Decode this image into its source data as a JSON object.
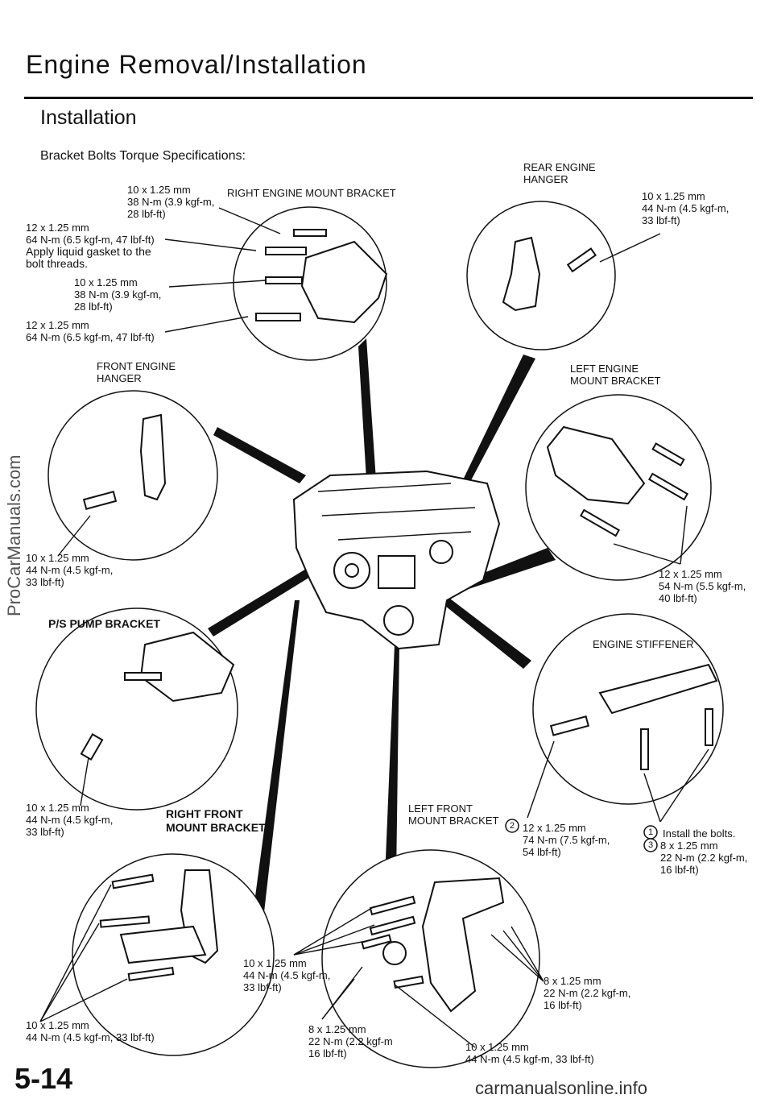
{
  "header": {
    "title": "Engine Removal/Installation",
    "subtitle": "Installation",
    "intro": "Bracket Bolts Torque Specifications:"
  },
  "labels": {
    "right_engine_mount_bracket": "RIGHT ENGINE MOUNT BRACKET",
    "rear_engine_hanger": "REAR ENGINE\nHANGER",
    "front_engine_hanger": "FRONT ENGINE\nHANGER",
    "left_engine_mount_bracket": "LEFT ENGINE\nMOUNT BRACKET",
    "ps_pump_bracket": "P/S PUMP BRACKET",
    "engine_stiffener": "ENGINE STIFFENER",
    "right_front_mount_bracket": "RIGHT FRONT\nMOUNT BRACKET",
    "left_front_mount_bracket": "LEFT FRONT\nMOUNT BRACKET"
  },
  "specs": {
    "rem_top1": "10 x 1.25 mm\n38 N-m (3.9 kgf-m,\n28 lbf-ft)",
    "rem_top2": "12 x 1.25 mm\n64 N-m (6.5 kgf-m, 47 lbf-ft)",
    "rem_gasket": "Apply liquid gasket to the\nbolt threads.",
    "rem_top3": "10 x 1.25 mm\n38 N-m (3.9 kgf-m,\n28 lbf-ft)",
    "rem_top4": "12 x 1.25 mm\n64 N-m (6.5 kgf-m, 47 lbf-ft)",
    "rear_hanger": "10 x 1.25 mm\n44 N-m (4.5 kgf-m,\n33 lbf-ft)",
    "front_hanger": "10 x 1.25 mm\n44 N-m (4.5 kgf-m,\n33 lbf-ft)",
    "left_mount": "12 x 1.25 mm\n54 N-m (5.5 kgf-m,\n40 lbf-ft)",
    "ps_pump": "10 x 1.25 mm\n44 N-m (4.5 kgf-m,\n33 lbf-ft)",
    "stiffener_2": "12 x 1.25 mm\n74 N-m (7.5 kgf-m,\n54 lbf-ft)",
    "stiffener_1": "Install the bolts.",
    "stiffener_3": "8 x 1.25 mm\n22 N-m (2.2 kgf-m,\n16 lbf-ft)",
    "stiffener_num_1": "1",
    "stiffener_num_2": "2",
    "stiffener_num_3": "3",
    "right_front": "10 x 1.25 mm\n44 N-m (4.5 kgf-m, 33 lbf-ft)",
    "left_front_a": "10 x 1.25 mm\n44 N-m (4.5 kgf-m,\n33 lbf-ft)",
    "left_front_b": "8 x 1.25 mm\n22 N-m (2.2 kgf-m,\n16 lbf-ft)",
    "left_front_c": "8 x 1.25 mm\n22 N-m (2.2 kgf-m\n16 lbf-ft)",
    "left_front_d": "10 x 1.25 mm\n44 N-m (4.5 kgf-m, 33 lbf-ft)"
  },
  "footer": {
    "page_number": "5-14",
    "site": "carmanualsonline.info",
    "watermark": "ProCarManuals.com"
  }
}
